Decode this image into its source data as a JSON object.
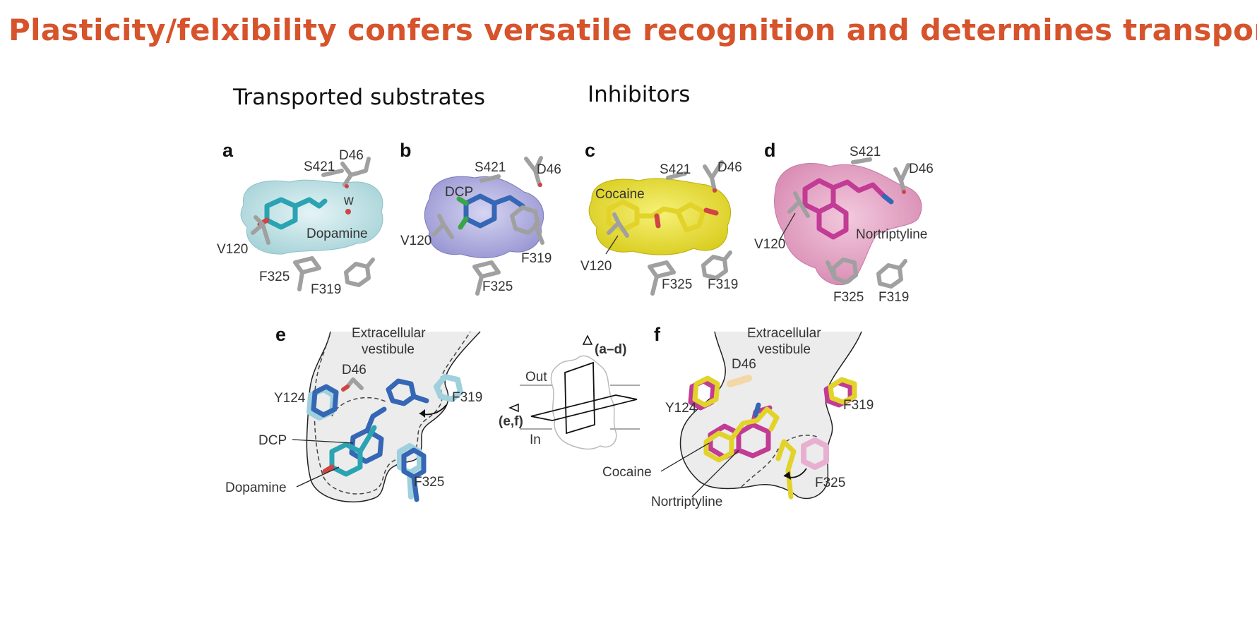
{
  "slide": {
    "title": "Plasticity/felxibility confers versatile recognition and determines transport",
    "heading_left": "Transported substrates",
    "heading_right": "Inhibitors"
  },
  "panels": {
    "a": {
      "letter": "a",
      "s421": "S421",
      "d46": "D46",
      "w": "w",
      "ligand": "Dopamine",
      "v120": "V120",
      "f325": "F325",
      "f319": "F319"
    },
    "b": {
      "letter": "b",
      "s421": "S421",
      "d46": "D46",
      "ligand": "DCP",
      "v120": "V120",
      "f319": "F319",
      "f325": "F325"
    },
    "c": {
      "letter": "c",
      "s421": "S421",
      "d46": "D46",
      "ligand": "Cocaine",
      "v120": "V120",
      "f325": "F325",
      "f319": "F319"
    },
    "d": {
      "letter": "d",
      "s421": "S421",
      "d46": "D46",
      "ligand": "Nortriptyline",
      "v120": "V120",
      "f325": "F325",
      "f319": "F319"
    },
    "e": {
      "letter": "e",
      "vestibule_1": "Extracellular",
      "vestibule_2": "vestibule",
      "d46": "D46",
      "y124": "Y124",
      "f319": "F319",
      "dcp": "DCP",
      "dopamine": "Dopamine",
      "f325": "F325"
    },
    "f": {
      "letter": "f",
      "vestibule_1": "Extracellular",
      "vestibule_2": "vestibule",
      "d46": "D46",
      "y124": "Y124",
      "f319": "F319",
      "cocaine": "Cocaine",
      "nortriptyline": "Nortriptyline",
      "f325": "F325"
    }
  },
  "orientation": {
    "view_top": "(a–d)",
    "view_side": "(e,f)",
    "out": "Out",
    "in": "In"
  },
  "colors": {
    "title": "#d6532c",
    "dopamine_surface": "#bfe3e6",
    "dcp_surface": "#b4b3e2",
    "cocaine_surface": "#efe64a",
    "nortriptyline_surface": "#e7a7c7",
    "dopamine_stick": "#2aa3b3",
    "dcp_stick": "#3567b5",
    "cocaine_stick": "#e2d32a",
    "nortriptyline_stick": "#c23b95",
    "residue_stick": "#a0a0a0"
  }
}
